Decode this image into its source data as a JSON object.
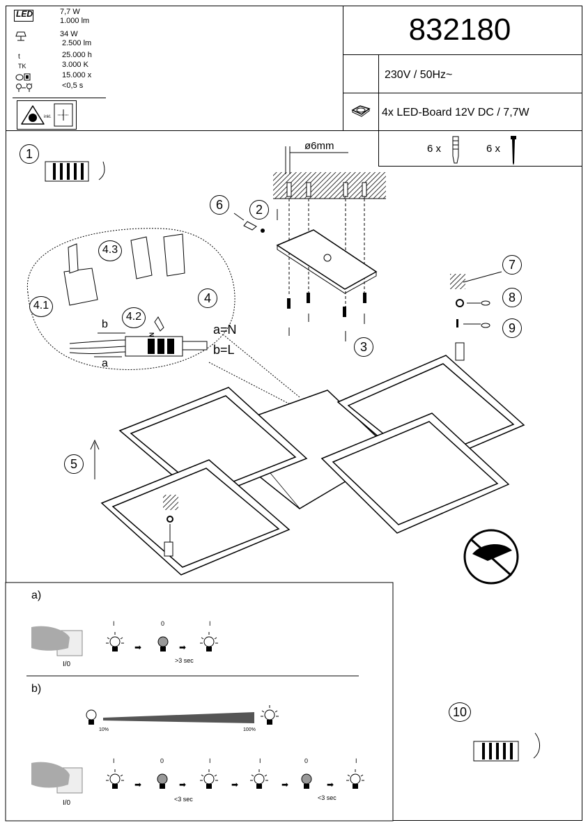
{
  "header": {
    "model_number": "832180",
    "specs": [
      {
        "icon": "led-logo-icon",
        "icon_text": "LED",
        "lines": [
          "7,7 W",
          "1.000 lm"
        ]
      },
      {
        "icon": "lamp-icon",
        "icon_text": "",
        "lines": [
          "34 W",
          "2.500 lm"
        ]
      },
      {
        "icon": "lifetime-icon",
        "icon_text": "t",
        "lines": [
          "25.000 h"
        ]
      },
      {
        "icon": "color-temp-icon",
        "icon_text": "TK",
        "lines": [
          "3.000 K"
        ]
      },
      {
        "icon": "switch-cycles-icon",
        "icon_text": "",
        "lines": [
          "15.000 x"
        ]
      },
      {
        "icon": "startup-time-icon",
        "icon_text": "",
        "lines": [
          "<0,5 s"
        ]
      }
    ],
    "badge_text": "inkl.",
    "voltage": "230V / 50Hz~",
    "led_board": "4x LED-Board 12V DC / 7,7W",
    "dowels_qty": "6 x",
    "screws_qty": "6 x"
  },
  "steps": {
    "s1": "1",
    "s2": "2",
    "s3": "3",
    "s4": "4",
    "s4_1": "4.1",
    "s4_2": "4.2",
    "s4_3": "4.3",
    "s5": "5",
    "s6": "6",
    "s7": "7",
    "s8": "8",
    "s9": "9",
    "s10": "10"
  },
  "drill": "ø6mm",
  "wiring": {
    "a": "a",
    "b": "b",
    "terminal": "L N",
    "a_eq": "a=N",
    "b_eq": "b=L"
  },
  "dimming": {
    "a_label": "a)",
    "b_label": "b)",
    "switch_text": "I/0",
    "on": "I",
    "off": "0",
    "gt3": ">3 sec",
    "lt3": "<3 sec",
    "p10": "10%",
    "p100": "100%"
  },
  "colors": {
    "line": "#000000",
    "hatch": "#333333"
  }
}
